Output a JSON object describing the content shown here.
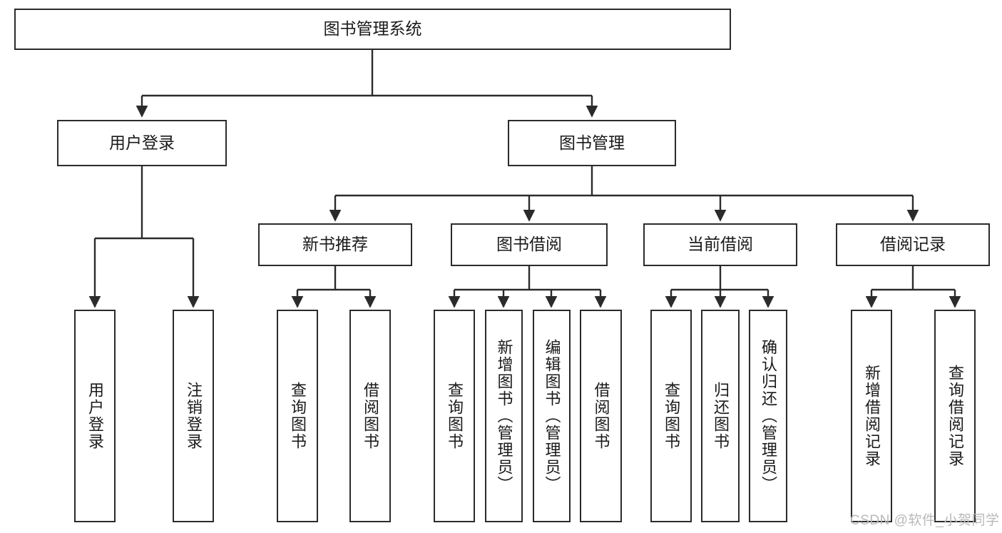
{
  "diagram": {
    "type": "tree-hierarchy",
    "title": "图书管理系统",
    "orientation": "top-down",
    "colors": {
      "node_border": "#2b2b2b",
      "node_fill": "#ffffff",
      "edge": "#2b2b2b",
      "text": "#1a1a1a",
      "watermark": "#b9b9b9",
      "background": "#ffffff"
    },
    "levels": [
      {
        "level": 1,
        "nodes": [
          {
            "id": "root",
            "label": "图书管理系统",
            "orientation": "horizontal"
          }
        ]
      },
      {
        "level": 2,
        "nodes": [
          {
            "id": "login",
            "label": "用户登录",
            "orientation": "horizontal",
            "parent": "root"
          },
          {
            "id": "bookmgmt",
            "label": "图书管理",
            "orientation": "horizontal",
            "parent": "root"
          }
        ]
      },
      {
        "level": 3,
        "nodes": [
          {
            "id": "newbook",
            "label": "新书推荐",
            "orientation": "horizontal",
            "parent": "bookmgmt"
          },
          {
            "id": "borrow",
            "label": "图书借阅",
            "orientation": "horizontal",
            "parent": "bookmgmt"
          },
          {
            "id": "current",
            "label": "当前借阅",
            "orientation": "horizontal",
            "parent": "bookmgmt"
          },
          {
            "id": "records",
            "label": "借阅记录",
            "orientation": "horizontal",
            "parent": "bookmgmt"
          }
        ]
      },
      {
        "level": 4,
        "nodes": [
          {
            "id": "leaf-user-login",
            "label": "用户登录",
            "orientation": "vertical",
            "parent": "login"
          },
          {
            "id": "leaf-user-logout",
            "label": "注销登录",
            "orientation": "vertical",
            "parent": "login"
          },
          {
            "id": "leaf-query-book-1",
            "label": "查询图书",
            "orientation": "vertical",
            "parent": "newbook"
          },
          {
            "id": "leaf-borrow-book-1",
            "label": "借阅图书",
            "orientation": "vertical",
            "parent": "newbook"
          },
          {
            "id": "leaf-query-book-2",
            "label": "查询图书",
            "orientation": "vertical",
            "parent": "borrow"
          },
          {
            "id": "leaf-add-book",
            "label": "新增图书（管理员）",
            "orientation": "vertical",
            "parent": "borrow"
          },
          {
            "id": "leaf-edit-book",
            "label": "编辑图书（管理员）",
            "orientation": "vertical",
            "parent": "borrow"
          },
          {
            "id": "leaf-borrow-book-2",
            "label": "借阅图书",
            "orientation": "vertical",
            "parent": "borrow"
          },
          {
            "id": "leaf-query-book-3",
            "label": "查询图书",
            "orientation": "vertical",
            "parent": "current"
          },
          {
            "id": "leaf-return-book",
            "label": "归还图书",
            "orientation": "vertical",
            "parent": "current"
          },
          {
            "id": "leaf-confirm-return",
            "label": "确认归还（管理员）",
            "orientation": "vertical",
            "parent": "current"
          },
          {
            "id": "leaf-add-record",
            "label": "新增借阅记录",
            "orientation": "vertical",
            "parent": "records"
          },
          {
            "id": "leaf-query-record",
            "label": "查询借阅记录",
            "orientation": "vertical",
            "parent": "records"
          }
        ]
      }
    ],
    "watermark": "CSDN @软件_小贺同学"
  }
}
